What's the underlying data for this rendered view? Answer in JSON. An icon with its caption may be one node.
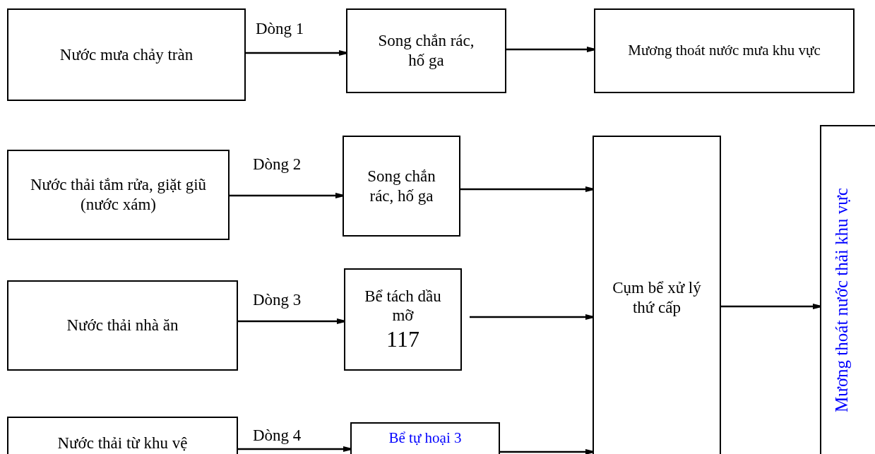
{
  "diagram": {
    "nodes": [
      {
        "text": [
          "Nước mưa chảy tràn"
        ]
      },
      {
        "text": [
          "Song chắn rác, hố ga"
        ]
      },
      {
        "text": [
          "Mương thoát nước mưa khu vực"
        ]
      },
      {
        "text": [
          "Nước thải tắm rửa, giặt giũ (nước xám)"
        ]
      },
      {
        "text": [
          "Song chắn rác, hố ga"
        ]
      },
      {
        "text": [
          "Nước thải nhà ăn"
        ]
      },
      {
        "text": [
          "Bể tách dầu mỡ",
          "117"
        ]
      },
      {
        "text": [
          "Nước thải từ khu vệ"
        ]
      },
      {
        "text": [
          "Bể tự hoại 3"
        ]
      },
      {
        "text": [
          "Cụm bể xử lý thứ cấp"
        ]
      },
      {
        "text": [
          "Mương thoát nước thải khu vực"
        ]
      }
    ],
    "edges": [
      {
        "from": 0,
        "to": 1,
        "arrow": "to",
        "label": "Dòng 1"
      },
      {
        "from": 1,
        "to": 2,
        "arrow": "to"
      },
      {
        "from": 3,
        "to": 4,
        "arrow": "to",
        "label": "Dòng 2"
      },
      {
        "from": 4,
        "to": 9,
        "arrow": "to"
      },
      {
        "from": 5,
        "to": 6,
        "arrow": "to",
        "label": "Dòng 3"
      },
      {
        "from": 6,
        "to": 9,
        "arrow": "to"
      },
      {
        "from": 9,
        "to": 10,
        "arrow": "to"
      },
      {
        "from": 7,
        "to": 8,
        "arrow": "to",
        "label": "Dòng 4"
      },
      {
        "from": 8,
        "to": 9,
        "arrow": "to"
      }
    ]
  }
}
